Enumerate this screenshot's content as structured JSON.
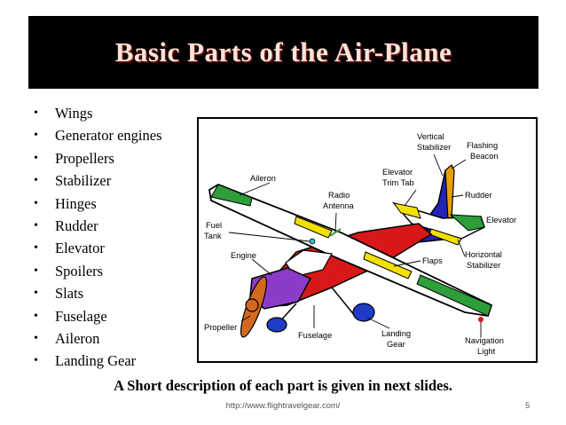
{
  "title": "Basic Parts of the Air-Plane",
  "bullets": [
    {
      "marker": "•",
      "text": "Wings"
    },
    {
      "marker": "•",
      "text": "Generator engines"
    },
    {
      "marker": "•",
      "text": "Propellers"
    },
    {
      "marker": "•",
      "text": "Stabilizer"
    },
    {
      "marker": "•",
      "text": "Hinges"
    },
    {
      "marker": "•",
      "text": "Rudder"
    },
    {
      "marker": "•",
      "text": "Elevator"
    },
    {
      "marker": "•",
      "text": "Spoilers"
    },
    {
      "marker": "•",
      "text": "Slats"
    },
    {
      "marker": "•",
      "text": "Fuselage"
    },
    {
      "marker": "•",
      "text": "Aileron"
    },
    {
      "marker": "•",
      "text": "Landing Gear"
    }
  ],
  "diagram_labels": {
    "vertical_stabilizer_1": "Vertical",
    "vertical_stabilizer_2": "Stabilizer",
    "flashing_beacon_1": "Flashing",
    "flashing_beacon_2": "Beacon",
    "aileron": "Aileron",
    "elevator_trim_tab_1": "Elevator",
    "elevator_trim_tab_2": "Trim Tab",
    "radio_antenna_1": "Radio",
    "radio_antenna_2": "Antenna",
    "rudder": "Rudder",
    "fuel_tank_1": "Fuel",
    "fuel_tank_2": "Tank",
    "elevator": "Elevator",
    "engine": "Engine",
    "flaps": "Flaps",
    "horizontal_stabilizer_1": "Horizontal",
    "horizontal_stabilizer_2": "Stabilizer",
    "propeller": "Propeller",
    "fuselage": "Fuselage",
    "landing_gear_1": "Landing",
    "landing_gear_2": "Gear",
    "navigation_light_1": "Navigation",
    "navigation_light_2": "Light"
  },
  "caption": "A Short description of each part is given in next slides.",
  "footer": {
    "url": "http://www.flightravelgear.com/",
    "page_number": "5"
  },
  "colors": {
    "title_background": "#000000",
    "title_text": "#ffe3d6",
    "wing": "#ffffff",
    "aileron_and_elevator": "#2e9e3a",
    "flaps_and_trim": "#f2e000",
    "fuselage": "#d81818",
    "engine_cowling": "#8a3cc8",
    "vertical_stabilizer": "#2323b8",
    "rudder": "#e8a000",
    "propeller": "#d2691e",
    "wheels": "#1e3cc8"
  }
}
